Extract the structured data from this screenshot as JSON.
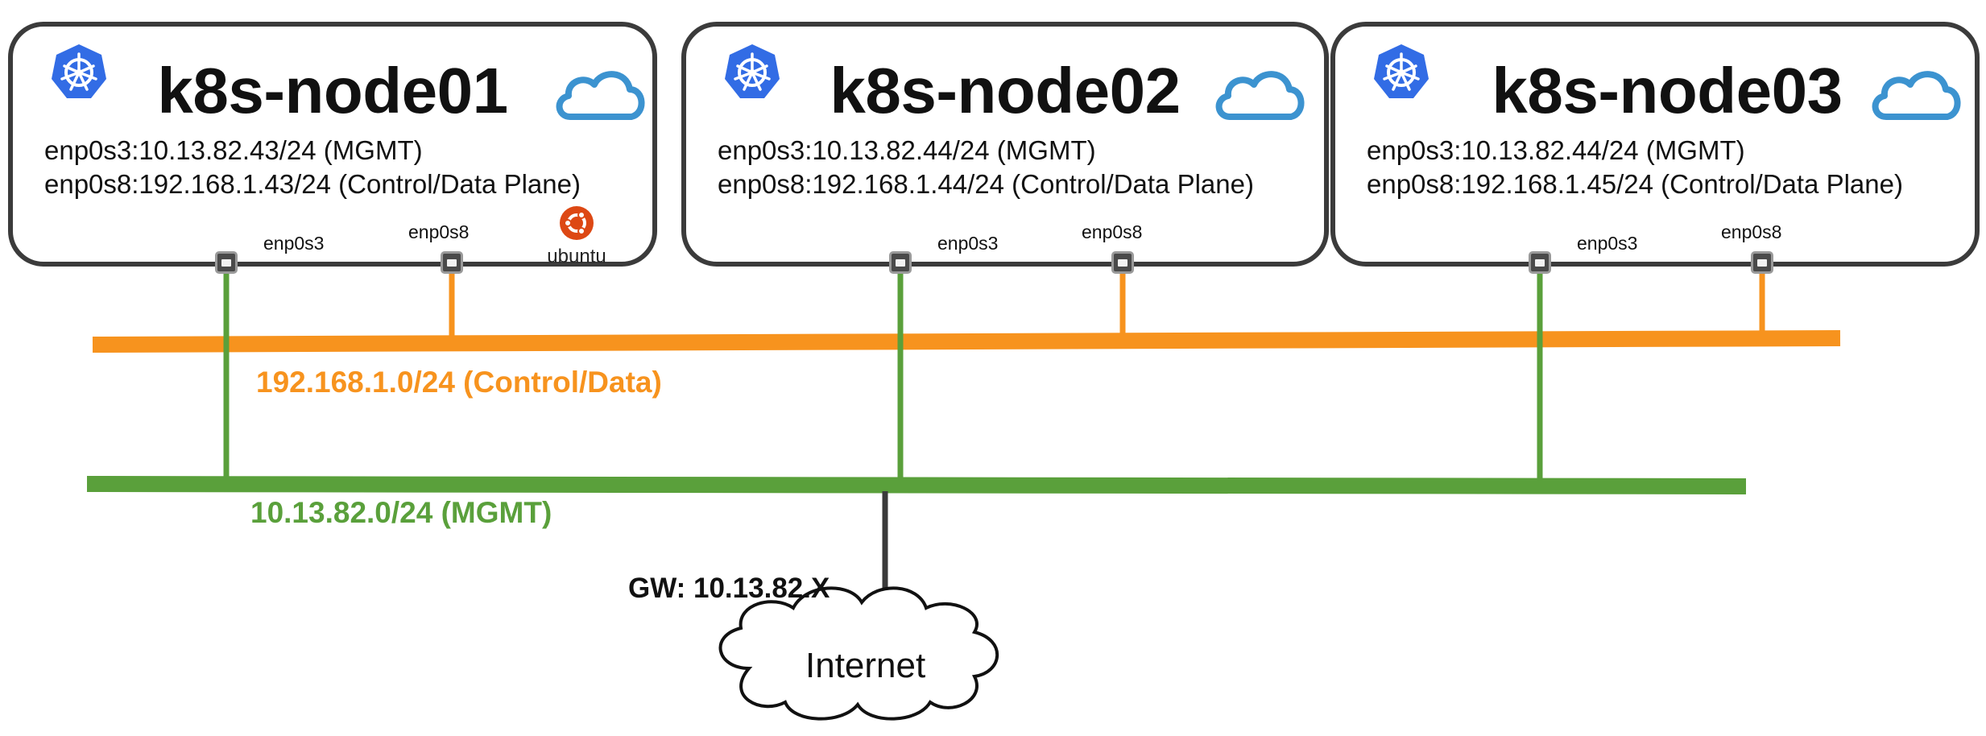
{
  "colors": {
    "control_data": "#f7931e",
    "mgmt": "#5aa03b",
    "node_border": "#3b3b3b",
    "k8s_blue": "#326ce5",
    "cloud_blue": "#3c93d0",
    "ubuntu_orange": "#dd4814"
  },
  "nodes": [
    {
      "title": "k8s-node01",
      "mgmt_iface": "enp0s3:10.13.82.43/24 (MGMT)",
      "data_iface": "enp0s8:192.168.1.43/24 (Control/Data Plane)",
      "port_mgmt": "enp0s3",
      "port_data": "enp0s8",
      "ubuntu_logo_text": "ubuntu"
    },
    {
      "title": "k8s-node02",
      "mgmt_iface": "enp0s3:10.13.82.44/24 (MGMT)",
      "data_iface": "enp0s8:192.168.1.44/24 (Control/Data Plane)",
      "port_mgmt": "enp0s3",
      "port_data": "enp0s8"
    },
    {
      "title": "k8s-node03",
      "mgmt_iface": "enp0s3:10.13.82.44/24 (MGMT)",
      "data_iface": "enp0s8:192.168.1.45/24 (Control/Data Plane)",
      "port_mgmt": "enp0s3",
      "port_data": "enp0s8"
    }
  ],
  "networks": {
    "control_data_label": "192.168.1.0/24 (Control/Data)",
    "mgmt_label": "10.13.82.0/24 (MGMT)"
  },
  "gateway": {
    "label": "GW: 10.13.82.X"
  },
  "internet": {
    "label": "Internet"
  },
  "icons": {
    "k8s": "kubernetes-icon",
    "cloud": "cloud-icon",
    "port": "ethernet-port-icon",
    "ubuntu": "ubuntu-logo"
  }
}
